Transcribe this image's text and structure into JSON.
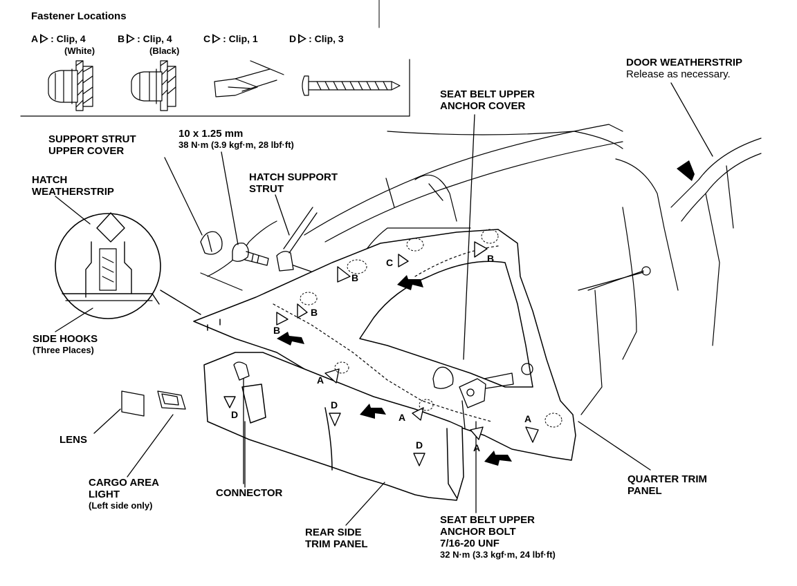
{
  "fastener_locations": {
    "title": "Fastener Locations",
    "items": [
      {
        "letter": "A",
        "desc": ": Clip, 4",
        "note": "(White)"
      },
      {
        "letter": "B",
        "desc": ": Clip, 4",
        "note": "(Black)"
      },
      {
        "letter": "C",
        "desc": ": Clip, 1",
        "note": ""
      },
      {
        "letter": "D",
        "desc": ": Clip, 3",
        "note": ""
      }
    ]
  },
  "labels": {
    "door_weatherstrip": {
      "line1": "DOOR WEATHERSTRIP",
      "line2": "Release as necessary."
    },
    "seat_belt_upper_anchor_cover": {
      "line1": "SEAT BELT UPPER",
      "line2": "ANCHOR COVER"
    },
    "support_strut_upper_cover": {
      "line1": "SUPPORT STRUT",
      "line2": "UPPER COVER"
    },
    "strut_bolt_spec": {
      "line1": "10 x 1.25 mm",
      "line2": "38 N·m (3.9 kgf·m, 28 lbf·ft)"
    },
    "hatch_support_strut": {
      "line1": "HATCH SUPPORT",
      "line2": "STRUT"
    },
    "hatch_weatherstrip": {
      "line1": "HATCH",
      "line2": "WEATHERSTRIP"
    },
    "side_hooks": {
      "line1": "SIDE HOOKS",
      "line2": "(Three Places)"
    },
    "lens": {
      "line1": "LENS"
    },
    "cargo_area_light": {
      "line1": "CARGO AREA",
      "line2": "LIGHT",
      "line3": "(Left side only)"
    },
    "connector": {
      "line1": "CONNECTOR"
    },
    "rear_side_trim_panel": {
      "line1": "REAR SIDE",
      "line2": "TRIM PANEL"
    },
    "seat_belt_upper_anchor_bolt": {
      "line1": "SEAT BELT UPPER",
      "line2": "ANCHOR BOLT",
      "line3": "7/16-20 UNF",
      "line4": "32 N·m (3.3 kgf·m, 24 lbf·ft)"
    },
    "quarter_trim_panel": {
      "line1": "QUARTER TRIM",
      "line2": "PANEL"
    }
  },
  "clip_marks": {
    "a1": "A",
    "a2": "A",
    "a3": "A",
    "a4": "A",
    "b1": "B",
    "b2": "B",
    "b3": "B",
    "b4": "B",
    "c1": "C",
    "d1": "D",
    "d2": "D",
    "d3": "D"
  }
}
